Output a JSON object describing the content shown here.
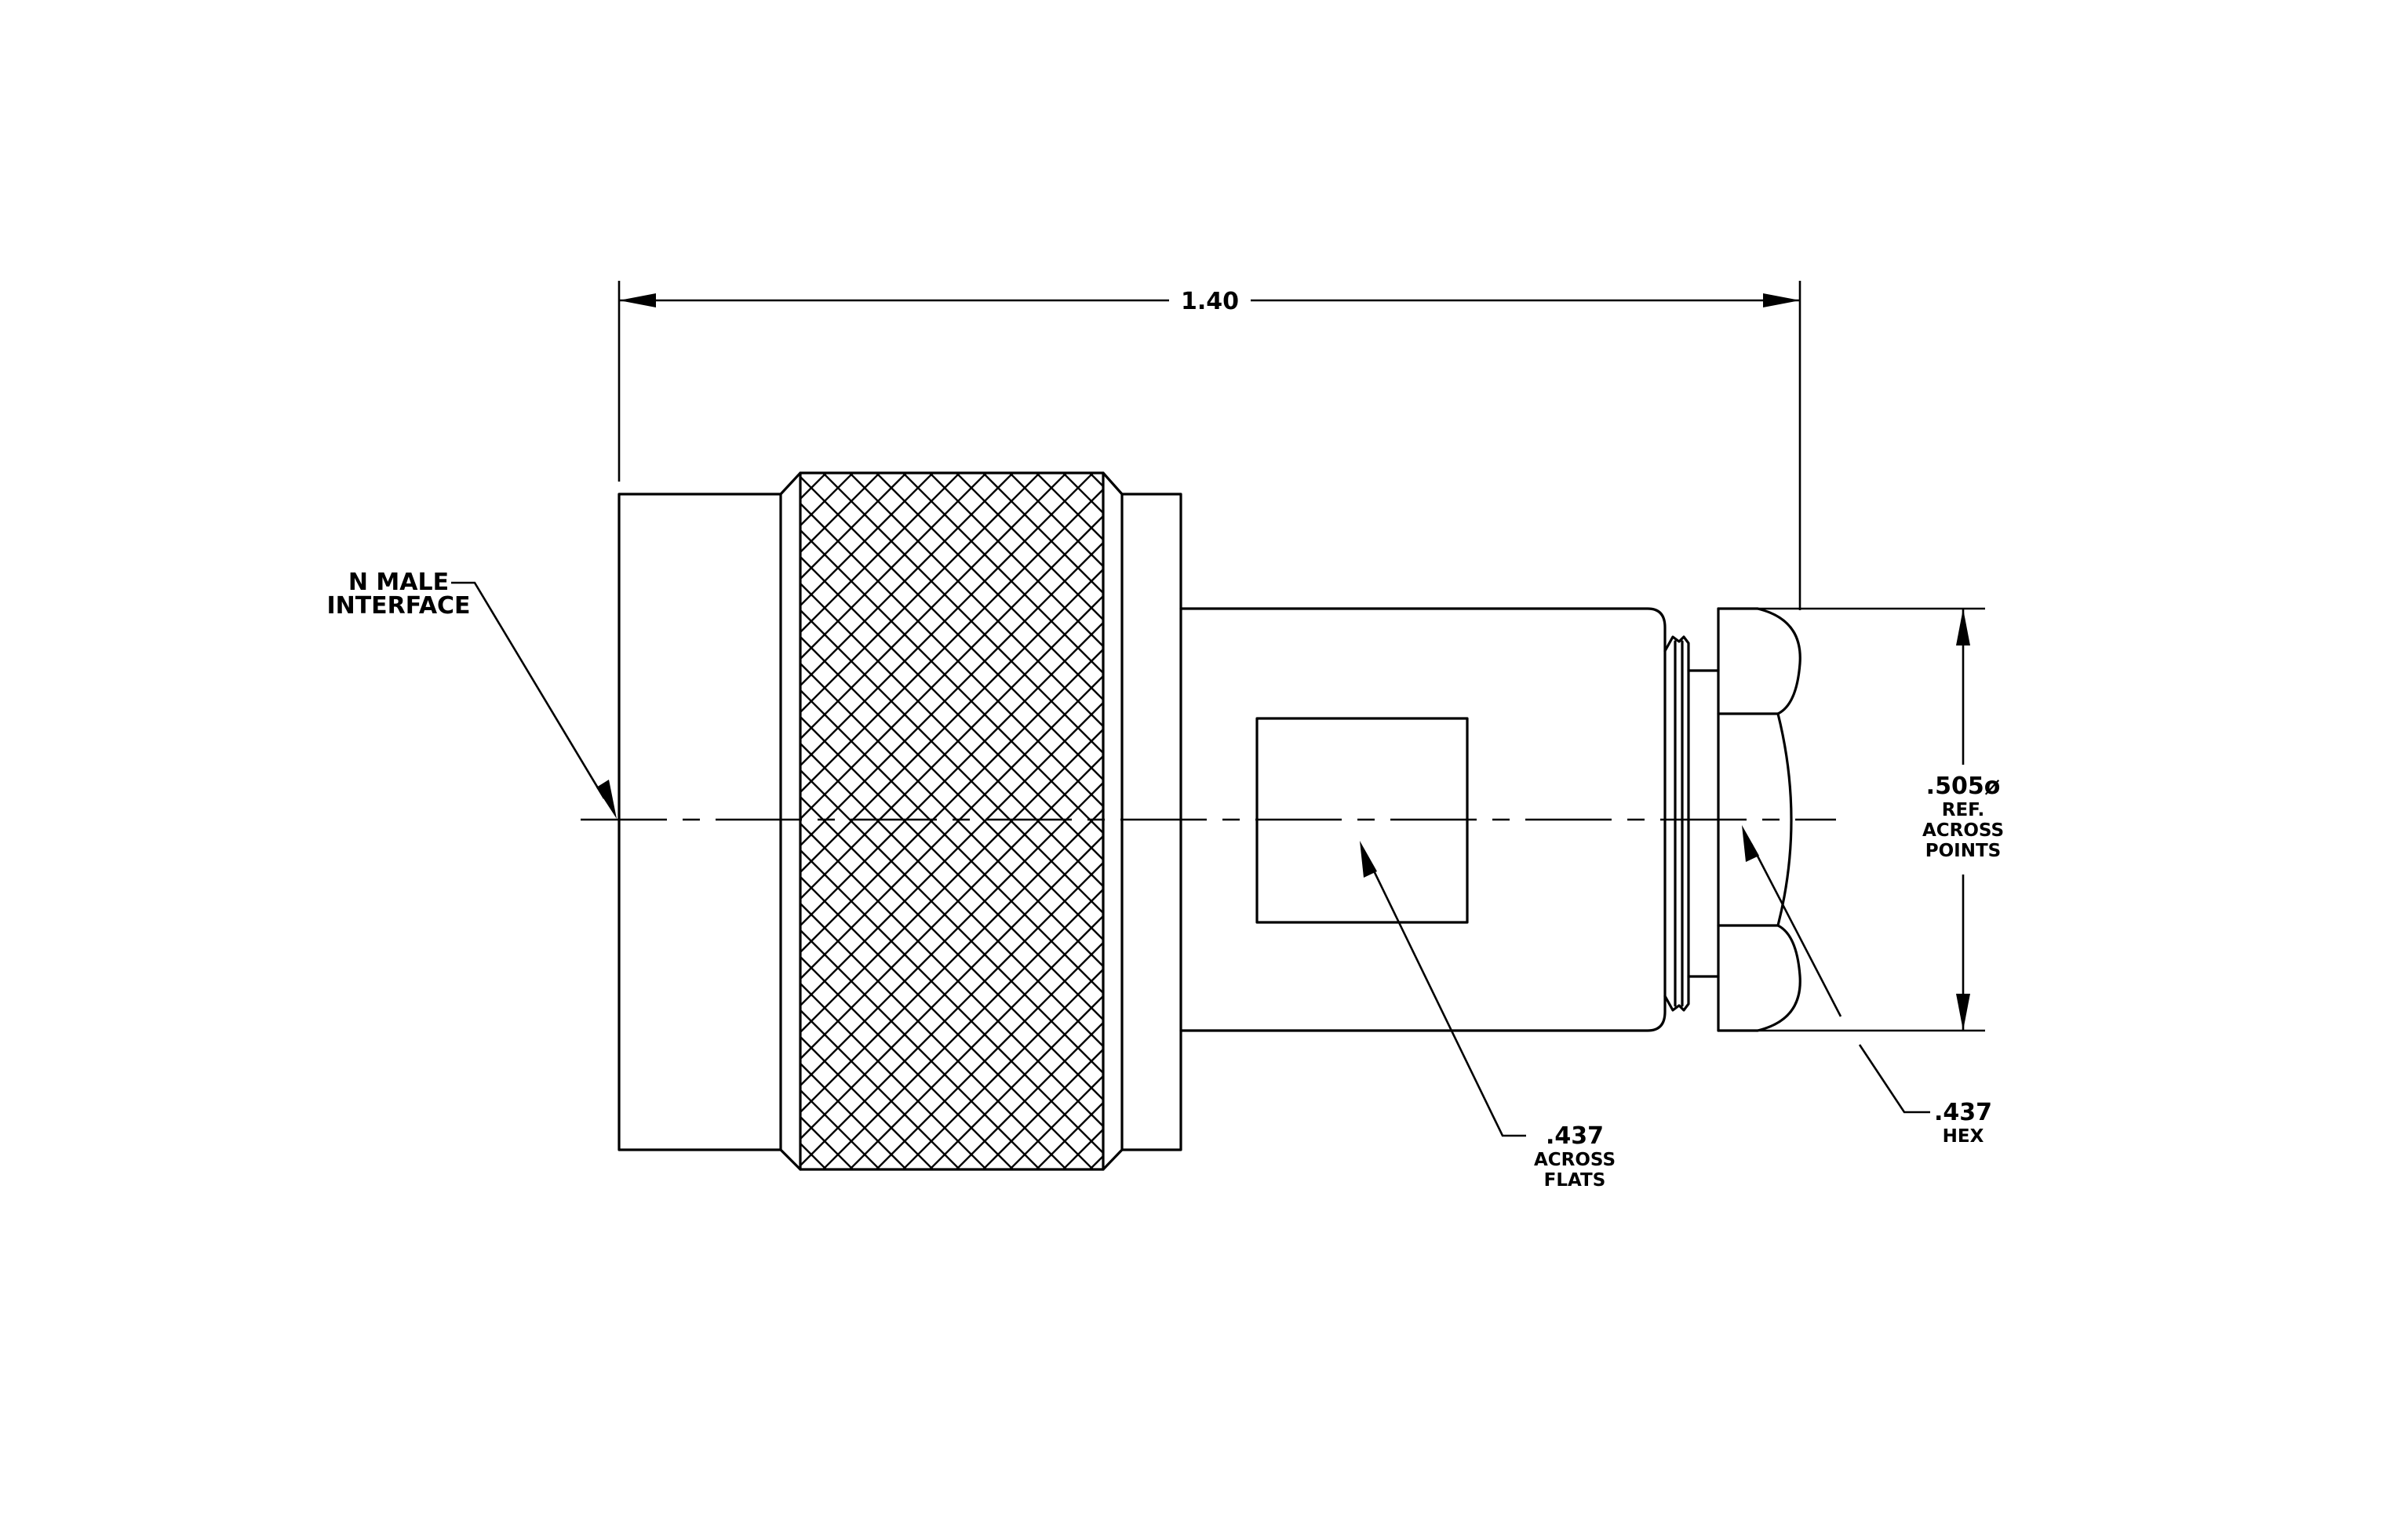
{
  "drawing": {
    "overall_length": "1.40",
    "interface_label": [
      "N MALE",
      "INTERFACE"
    ],
    "flats_callout": [
      ".437",
      "ACROSS",
      "FLATS"
    ],
    "diameter_callout": [
      ".505ø",
      "REF.",
      "ACROSS",
      "POINTS"
    ],
    "hex_callout": [
      ".437",
      "HEX"
    ]
  }
}
